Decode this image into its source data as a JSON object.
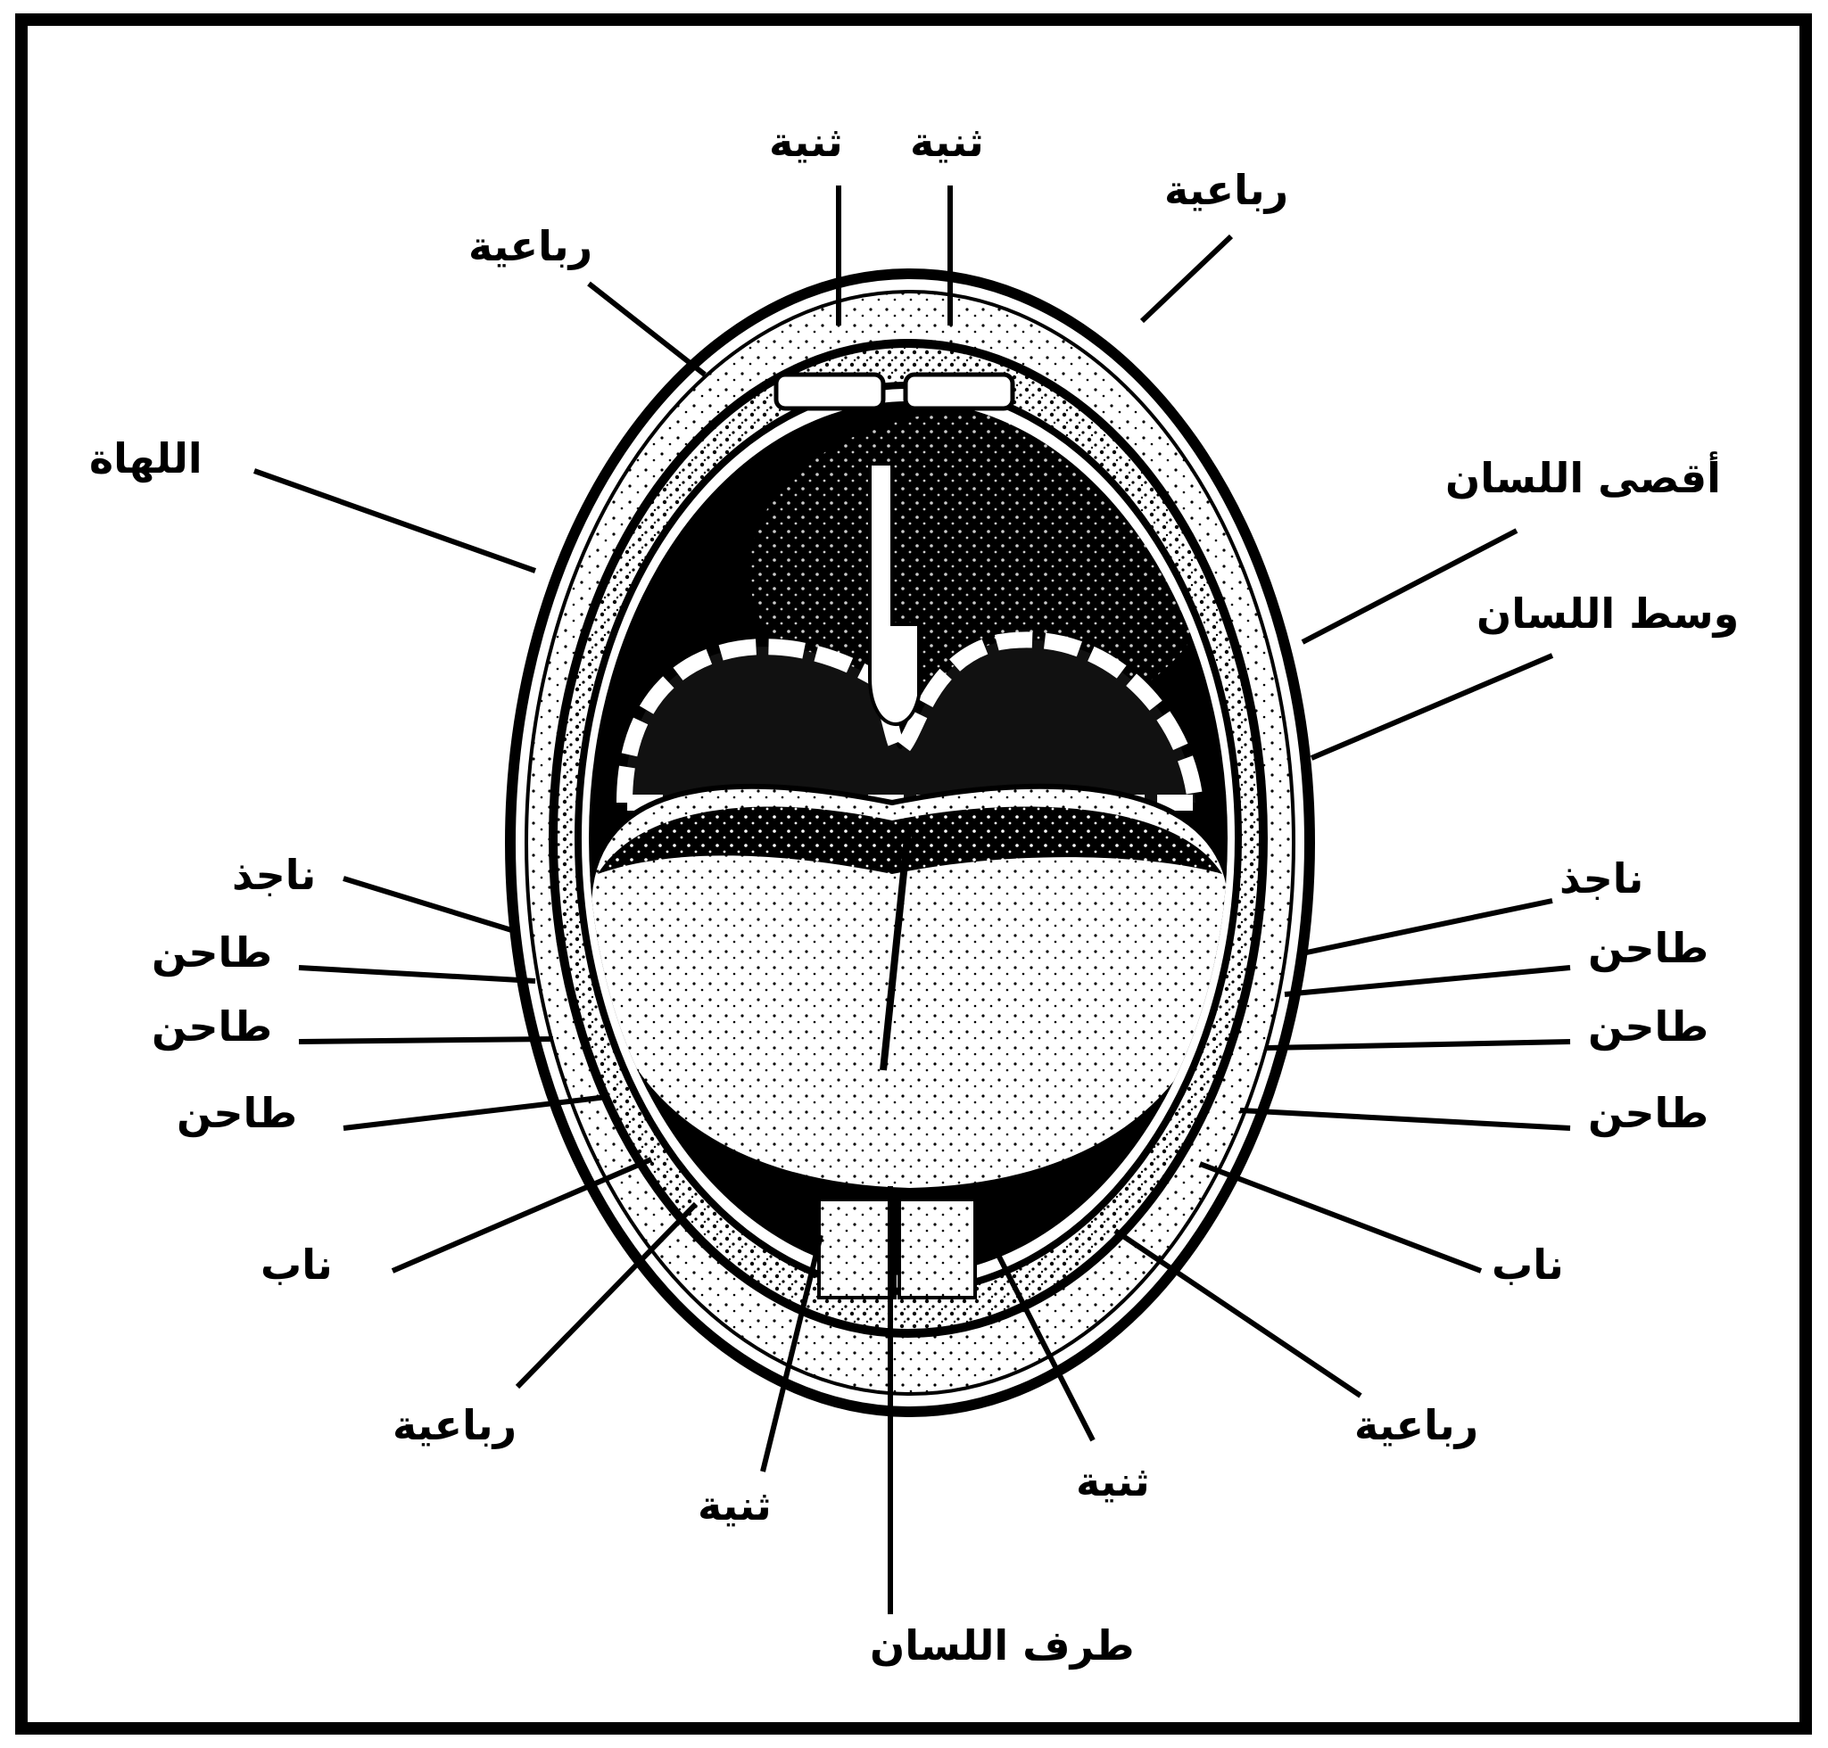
{
  "labels": {
    "upper_central_incisor_1": "ثنية",
    "upper_central_incisor_2": "ثنية",
    "upper_lateral_incisor_right": "رباعية",
    "upper_lateral_incisor_left": "رباعية",
    "uvula": "اللهاة",
    "back_of_tongue": "أقصى اللسان",
    "middle_of_tongue": "وسط اللسان",
    "wisdom_tooth_left": "ناجذ",
    "molar_left_1": "طاحن",
    "molar_left_2": "طاحن",
    "molar_left_3": "طاحن",
    "wisdom_tooth_right": "ناجذ",
    "molar_right_1": "طاحن",
    "molar_right_2": "طاحن",
    "molar_right_3": "طاحن",
    "canine_left": "ناب",
    "canine_right": "ناب",
    "lower_lateral_incisor_left": "رباعية",
    "lower_lateral_incisor_right": "رباعية",
    "lower_central_incisor_1": "ثنية",
    "lower_central_incisor_2": "ثنية",
    "tip_of_tongue": "طرف اللسان"
  },
  "colors": {
    "ink": "#000000",
    "paper": "#ffffff",
    "tongue": "#f4f4f4",
    "shade": "#9a9a9a"
  }
}
